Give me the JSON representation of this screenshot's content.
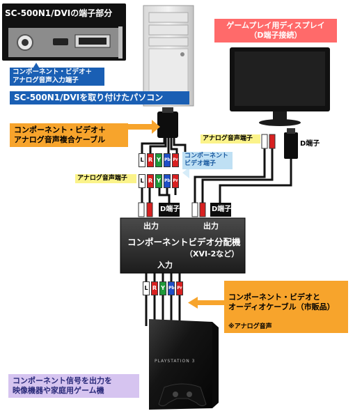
{
  "card_title": "SC-500N1/DVIの端子部分",
  "card_port_label": "コンポーネント・ビデオ＋\nアナログ音声入力端子",
  "pc_label": "SC-500N1/DVIを取り付けたパソコン",
  "display_label": "ゲームプレイ用ディスプレイ\n（D端子接続）",
  "cable_label": "コンポーネント・ビデオ＋\nアナログ音声複合ケーブル",
  "component_video_port_label": "コンポーネント\nビデオ端子",
  "analog_audio_left_label": "アナログ音声端子",
  "analog_audio_right_label": "アナログ音声端子",
  "d_port_label": "D端子",
  "output_d1": "D端子",
  "output_d2": "D端子",
  "distributor": {
    "out1": "出力",
    "out2": "出力",
    "name": "コンポーネントビデオ分配機",
    "model": "（XVI-2など）",
    "in": "入力"
  },
  "av_cable_label": "コンポーネント・ビデオと\nオーディオケーブル（市販品）",
  "av_cable_note": "※アナログ音声",
  "source_label": "コンポーネント信号を出力を\n映像機器や家庭用ゲーム機",
  "console_brand": "PLAYSTATION 3",
  "plug_letters": [
    "L",
    "R",
    "Y",
    "Pb",
    "Pr"
  ],
  "colors": {
    "blue_label": "#1a5fb4",
    "orange_label": "#f7a42c",
    "pink_label": "#ff6a6a",
    "plug_white": "#ffffff",
    "plug_red": "#d82020",
    "plug_green": "#1e9a3a",
    "plug_blue": "#1f4fc8"
  }
}
